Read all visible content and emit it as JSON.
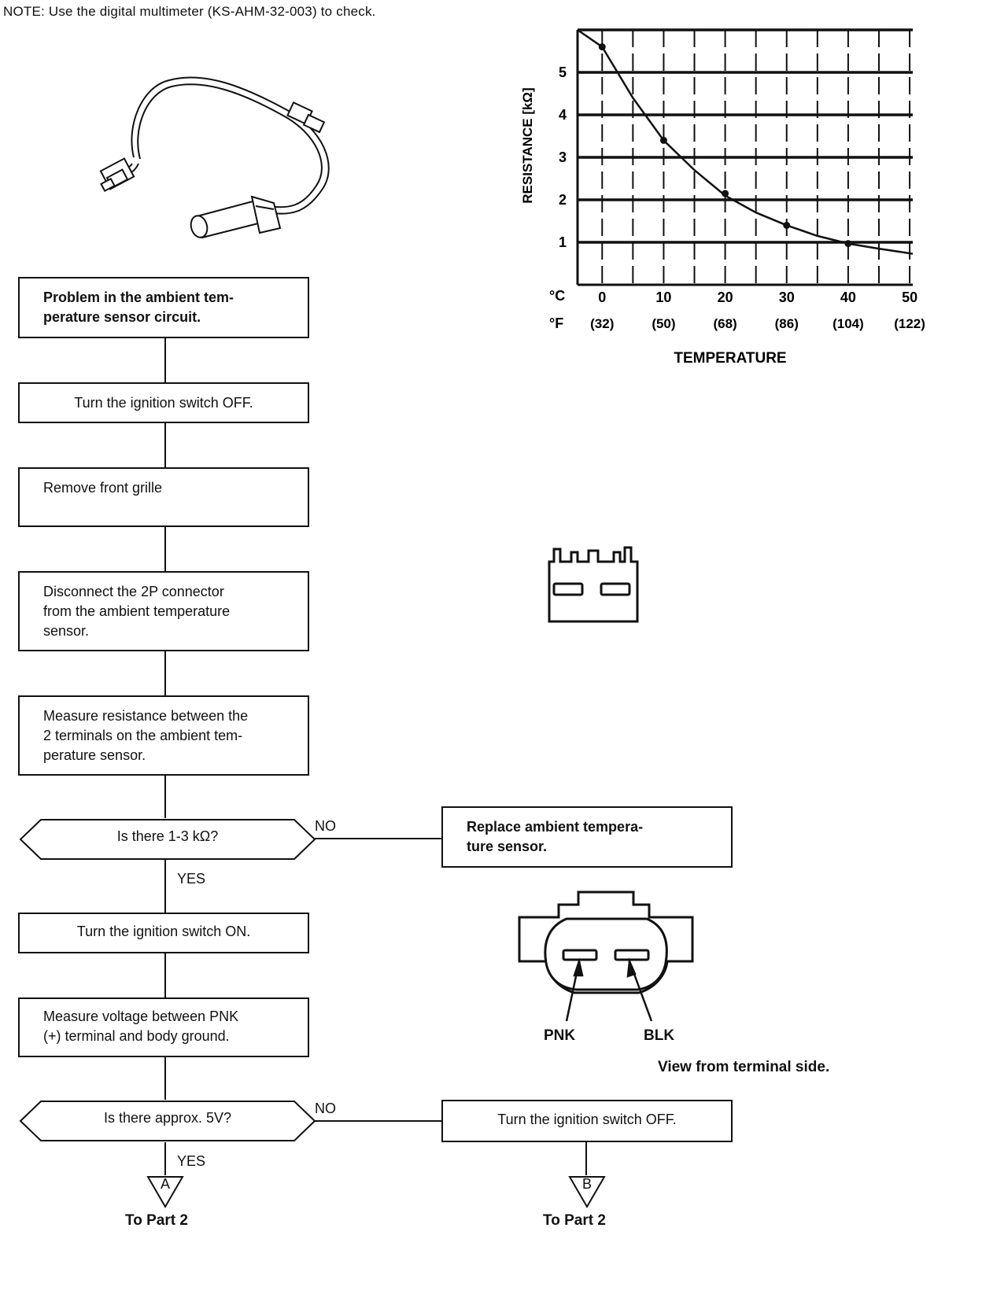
{
  "note": "NOTE: Use the digital multimeter (KS-AHM-32-003) to check.",
  "flow": {
    "step_problem": "Problem in the ambient tem-\nperature sensor circuit.",
    "step_ign_off": "Turn the ignition switch OFF.",
    "step_grille": "Remove front grille",
    "step_disconnect": "Disconnect the 2P connector\nfrom the ambient temperature\nsensor.",
    "step_measure_res": "Measure resistance between the\n2 terminals on the ambient tem-\nperature sensor.",
    "decision_resistance": "Is there 1-3 kΩ?",
    "replace": "Replace ambient tempera-\nture sensor.",
    "step_ign_on": "Turn the ignition switch ON.",
    "step_measure_volt": "Measure voltage between PNK\n(+) terminal and body ground.",
    "decision_voltage": "Is there approx. 5V?",
    "step_ign_off_2": "Turn the ignition switch OFF.",
    "no_1": "NO",
    "yes_1": "YES",
    "no_2": "NO",
    "yes_2": "YES",
    "connector_a": "A",
    "connector_b": "B",
    "to_part_2_a": "To Part 2",
    "to_part_2_b": "To Part 2"
  },
  "connector": {
    "pin_pnk": "PNK",
    "pin_blk": "BLK",
    "view_caption": "View from terminal side."
  },
  "chart_data": {
    "type": "line",
    "ylabel": "RESISTANCE [kΩ]",
    "xlabel": "TEMPERATURE",
    "x_unit_c": "°C",
    "x_unit_f": "°F",
    "x_ticks_c": [
      "0",
      "10",
      "20",
      "30",
      "40",
      "50"
    ],
    "x_ticks_f": [
      "(32)",
      "(50)",
      "(68)",
      "(86)",
      "(104)",
      "(122)"
    ],
    "y_ticks": [
      "1",
      "2",
      "3",
      "4",
      "5"
    ],
    "xlim": [
      -4,
      50.5
    ],
    "ylim": [
      0,
      6.0
    ],
    "grid": true,
    "series": [
      {
        "x": [
          -4,
          0,
          5,
          10,
          15,
          20,
          25,
          30,
          35,
          40,
          45,
          50.5
        ],
        "values": [
          6.0,
          5.6,
          4.4,
          3.4,
          2.7,
          2.1,
          1.7,
          1.4,
          1.15,
          0.97,
          0.85,
          0.73
        ]
      }
    ],
    "markers": {
      "x": [
        0,
        10,
        20,
        30,
        40
      ],
      "values": [
        5.6,
        3.4,
        2.15,
        1.4,
        0.97
      ]
    }
  }
}
